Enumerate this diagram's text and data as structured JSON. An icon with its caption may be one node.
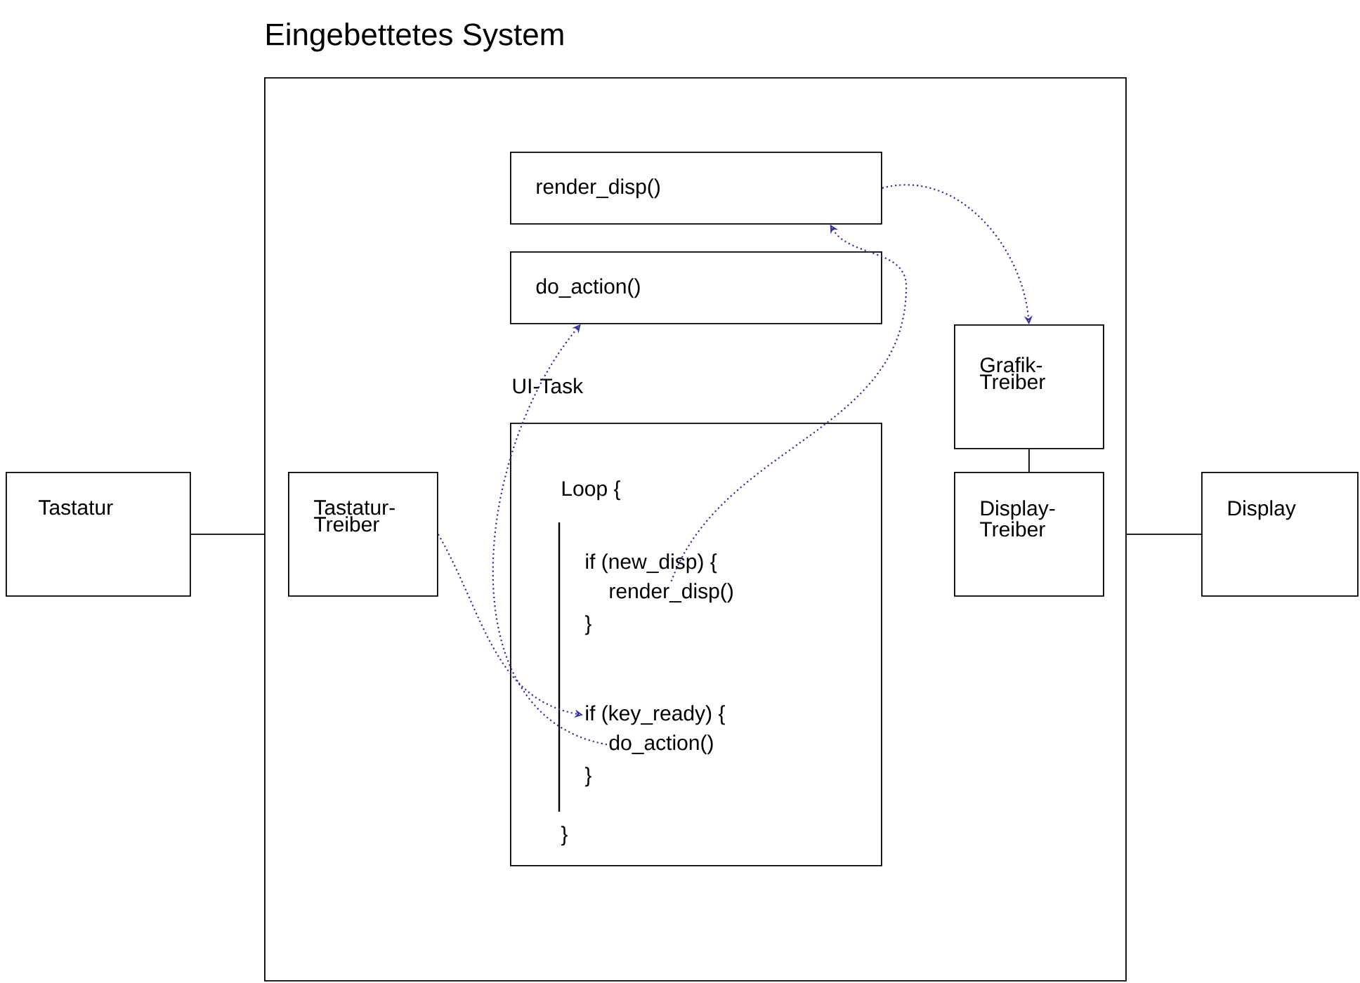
{
  "diagram": {
    "nodes": [
      {
        "text": [
          "Eingebettetes System"
        ]
      },
      {
        "text": [
          "render_disp()"
        ],
        "in": 0
      },
      {
        "text": [
          "do_action()"
        ],
        "in": 0
      },
      {
        "text": [
          "Grafik- Treiber"
        ],
        "in": 0
      },
      {
        "text": [
          "UI-Task"
        ],
        "in": 0
      },
      {
        "text": [
          "Loop {"
        ],
        "in": 4
      },
      {
        "text": [
          "if (new_disp) {"
        ],
        "in": 4
      },
      {
        "text": [
          "render_disp()"
        ],
        "in": 4
      },
      {
        "text": [
          "}"
        ],
        "in": 4
      },
      {
        "text": [
          "if (key_ready) {"
        ],
        "in": 4
      },
      {
        "text": [
          "do_action()"
        ],
        "in": 4
      },
      {
        "text": [
          "}"
        ],
        "in": 4
      },
      {
        "text": [
          "}"
        ],
        "in": 4
      },
      {
        "text": [
          "Tastatur- Treiber"
        ],
        "in": 0
      },
      {
        "text": [
          "Display- Treiber"
        ],
        "in": 0
      },
      {
        "text": [
          "Tastatur"
        ]
      },
      {
        "text": [
          "Display"
        ]
      }
    ],
    "edges": [
      {
        "from": 13,
        "to": 9,
        "arrow": "to",
        "style": "dashed",
        "color": "#333399"
      },
      {
        "from": 10,
        "to": 2,
        "arrow": "to",
        "style": "dashed",
        "color": "#333399"
      },
      {
        "from": 7,
        "to": 1,
        "arrow": "to",
        "style": "dashed",
        "color": "#333399"
      },
      {
        "from": 1,
        "to": 3,
        "arrow": "to",
        "style": "dashed",
        "color": "#333399"
      },
      {
        "from": 3,
        "to": 14,
        "arrow": "none",
        "color": "#000000"
      },
      {
        "from": 15,
        "to": 0,
        "arrow": "none",
        "color": "#000000"
      },
      {
        "from": 0,
        "to": 16,
        "arrow": "none",
        "color": "#000000"
      }
    ]
  }
}
